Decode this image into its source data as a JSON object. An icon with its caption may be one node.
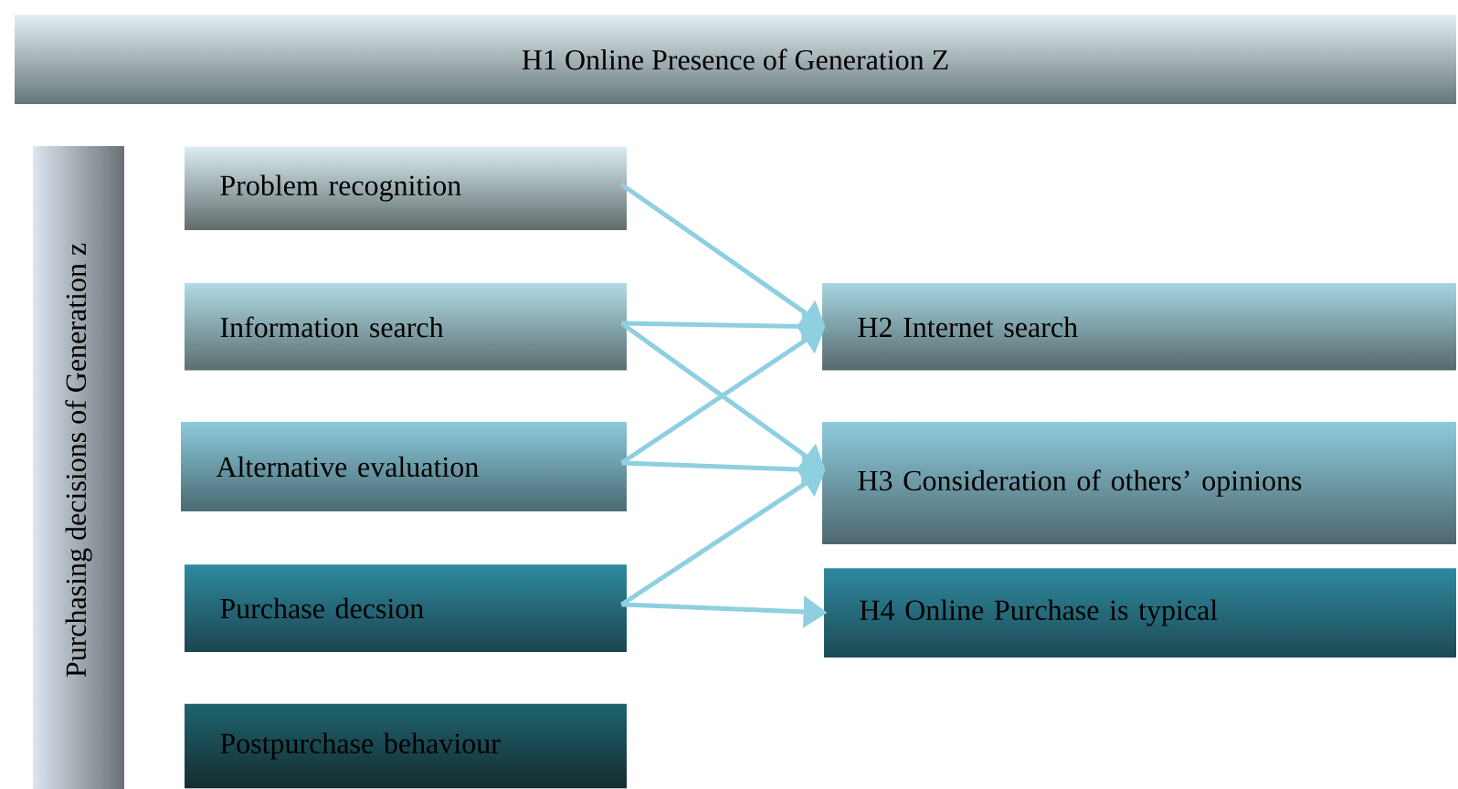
{
  "diagram": {
    "nodes": [
      {
        "text": [
          "H1 Online Presence of Generation Z"
        ]
      },
      {
        "text": [
          "Purchasing decisions of Generation z"
        ]
      },
      {
        "text": [
          "Problem recognition"
        ]
      },
      {
        "text": [
          "Information search"
        ]
      },
      {
        "text": [
          "Alternative evaluation"
        ]
      },
      {
        "text": [
          "Purchase decsion"
        ]
      },
      {
        "text": [
          "Postpurchase behaviour"
        ]
      },
      {
        "text": [
          "H2 Internet search"
        ]
      },
      {
        "text": [
          "H3 Consideration of others’ opinions"
        ]
      },
      {
        "text": [
          "H4 Online Purchase is typical"
        ]
      }
    ],
    "edges": [
      {
        "from": 2,
        "to": 7,
        "arrow": "to"
      },
      {
        "from": 3,
        "to": 7,
        "arrow": "to"
      },
      {
        "from": 3,
        "to": 8,
        "arrow": "to"
      },
      {
        "from": 4,
        "to": 7,
        "arrow": "to"
      },
      {
        "from": 4,
        "to": 8,
        "arrow": "to"
      },
      {
        "from": 5,
        "to": 8,
        "arrow": "to"
      },
      {
        "from": 5,
        "to": 9,
        "arrow": "to"
      }
    ]
  }
}
